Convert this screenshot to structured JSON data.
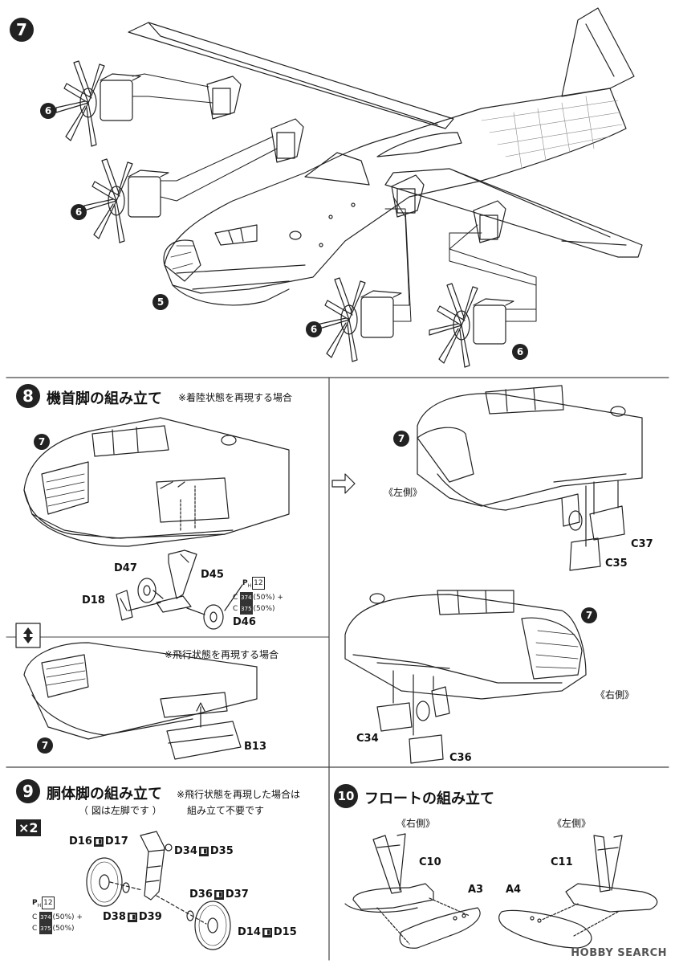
{
  "step7": {
    "number": "7",
    "parts": [
      "6",
      "6",
      "6",
      "6",
      "5"
    ]
  },
  "step8": {
    "number": "8",
    "title": "機首脚の組み立て",
    "note_landing": "※着陸状態を再現する場合",
    "note_flight": "※飛行状態を再現する場合",
    "ref_circle": "7",
    "labels": {
      "d47": "D47",
      "d45": "D45",
      "d18": "D18",
      "d46": "D46",
      "b13": "B13",
      "c37": "C37",
      "c35": "C35",
      "c34": "C34",
      "c36": "C36"
    },
    "paint": {
      "ph": "P",
      "ph_sub": "H",
      "ph_num": "12",
      "c1_code": "374",
      "c1_pct": "(50%) +",
      "c2_code": "375",
      "c2_pct": "(50%)",
      "c_prefix": "C"
    },
    "left_side": "《左側》",
    "right_side": "《右側》"
  },
  "step9": {
    "number": "9",
    "title": "胴体脚の組み立て",
    "subtitle": "（ 図は左脚です ）",
    "note_line1": "※飛行状態を再現した場合は",
    "note_line2": "組み立て不要です",
    "multiplier": "×2",
    "labels": {
      "d16": "D16",
      "d17": "D17",
      "d34": "D34",
      "d35": "D35",
      "d36": "D36",
      "d37": "D37",
      "d38": "D38",
      "d39": "D39",
      "d14": "D14",
      "d15": "D15"
    },
    "paint": {
      "ph": "P",
      "ph_sub": "H",
      "ph_num": "12",
      "c1_code": "374",
      "c1_pct": "(50%) +",
      "c2_code": "375",
      "c2_pct": "(50%)",
      "c_prefix": "C"
    }
  },
  "step10": {
    "number": "10",
    "title": "フロートの組み立て",
    "right_side": "《右側》",
    "left_side": "《左側》",
    "labels": {
      "c10": "C10",
      "a3": "A3",
      "a4": "A4",
      "c11": "C11"
    }
  },
  "watermark": "HOBBY SEARCH"
}
